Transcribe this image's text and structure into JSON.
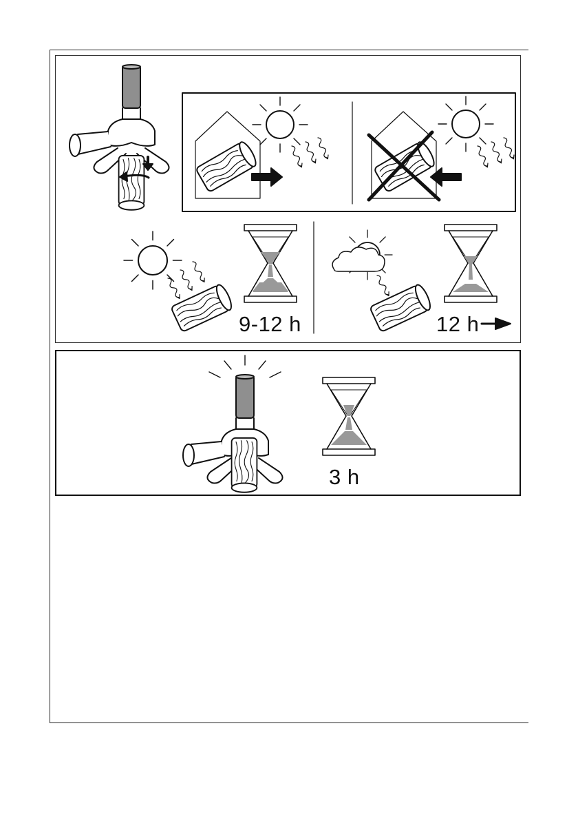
{
  "duration_labels": {
    "sun_charge": "9-12 h",
    "cloudy_charge": "12 h",
    "light_duration": "3 h"
  },
  "icons": [
    "garden-lamp-icon",
    "battery-tube-icon",
    "insert-arrow-icon",
    "rotate-arrow-icon",
    "house-icon",
    "sun-icon",
    "cloud-icon",
    "hourglass-icon",
    "cross-out-icon",
    "right-arrow-icon",
    "left-arrow-icon"
  ],
  "colors": {
    "ink": "#111111",
    "sand_fill": "#9a9a9a",
    "lamp_shade": "#8f8f8f"
  }
}
